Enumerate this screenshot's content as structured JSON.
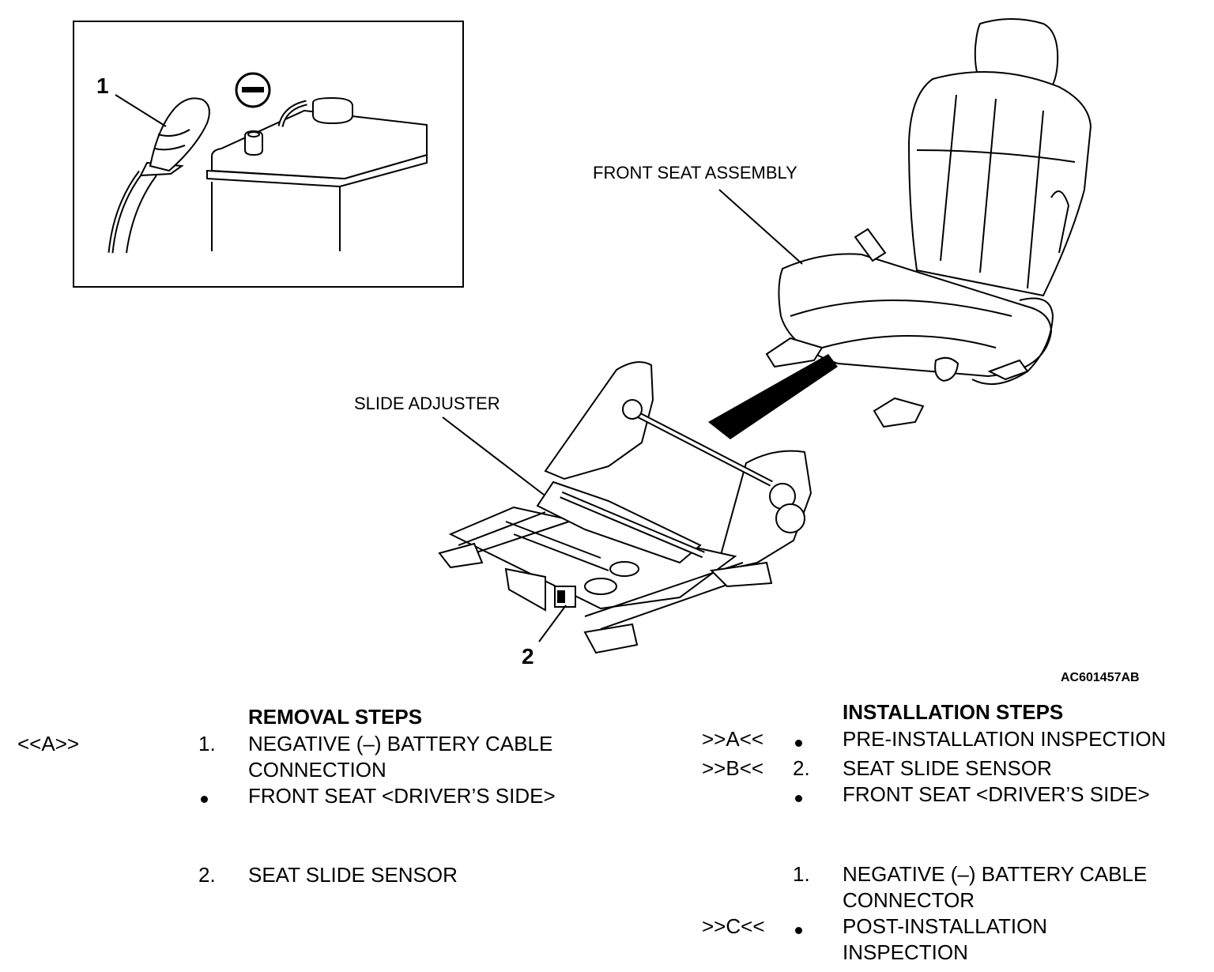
{
  "inset": {
    "callout_1": "1",
    "minus_symbol": "–"
  },
  "diagram": {
    "front_seat_label": "FRONT SEAT ASSEMBLY",
    "slide_adjuster_label": "SLIDE ADJUSTER",
    "callout_2": "2",
    "figure_code": "AC601457AB"
  },
  "removal": {
    "heading": "REMOVAL STEPS",
    "steps": [
      {
        "ref": "<<A>>",
        "marker": "1.",
        "lines": [
          "NEGATIVE (–) BATTERY CABLE",
          "CONNECTION"
        ]
      },
      {
        "ref": "",
        "marker": "bullet",
        "lines": [
          "FRONT SEAT <DRIVER’S SIDE>"
        ]
      },
      {
        "ref": "",
        "marker": "2.",
        "lines": [
          "SEAT SLIDE SENSOR"
        ]
      }
    ]
  },
  "installation": {
    "heading": "INSTALLATION STEPS",
    "steps": [
      {
        "ref": ">>A<<",
        "marker": "bullet",
        "lines": [
          "PRE-INSTALLATION INSPECTION"
        ]
      },
      {
        "ref": ">>B<<",
        "marker": "2.",
        "lines": [
          "SEAT SLIDE SENSOR"
        ]
      },
      {
        "ref": "",
        "marker": "bullet",
        "lines": [
          "FRONT SEAT <DRIVER’S SIDE>"
        ]
      },
      {
        "ref": "",
        "marker": "1.",
        "lines": [
          "NEGATIVE (–) BATTERY CABLE",
          "CONNECTOR"
        ]
      },
      {
        "ref": ">>C<<",
        "marker": "bullet",
        "lines": [
          "POST-INSTALLATION",
          "INSPECTION"
        ]
      }
    ]
  }
}
